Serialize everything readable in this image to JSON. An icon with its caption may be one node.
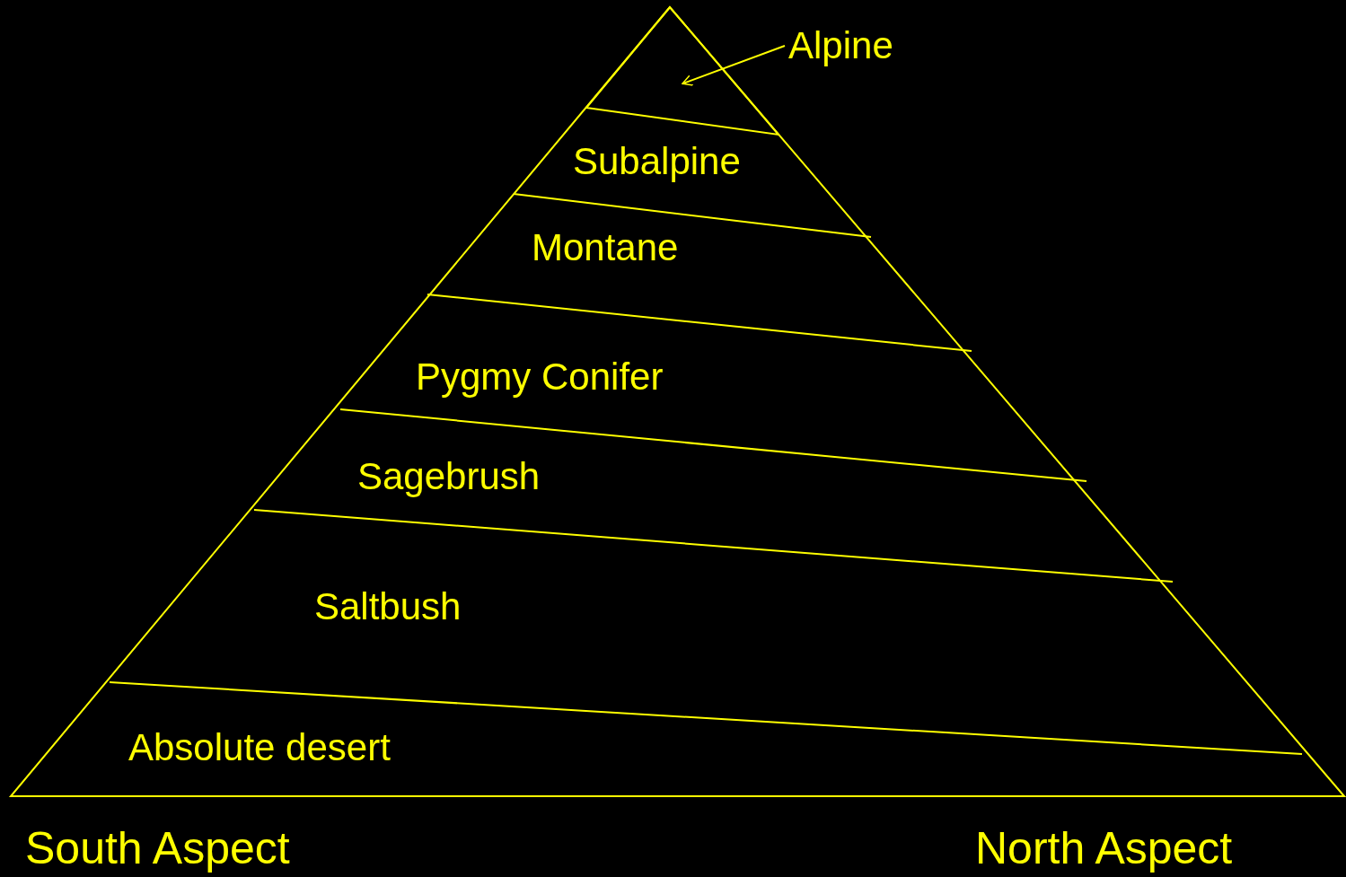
{
  "diagram": {
    "nodes": [
      {
        "text": [],
        "shape": "triangle"
      },
      {
        "text": [
          "Alpine"
        ]
      },
      {
        "text": [
          "Subalpine"
        ]
      },
      {
        "text": [
          "Montane"
        ]
      },
      {
        "text": [
          "Pygmy Conifer"
        ]
      },
      {
        "text": [
          "Sagebrush"
        ]
      },
      {
        "text": [
          "Saltbush"
        ]
      },
      {
        "text": [
          "Absolute desert"
        ]
      }
    ],
    "edges": [
      {
        "from": 1,
        "to": 0,
        "arrow": "to"
      }
    ],
    "labels": [
      "South Aspect",
      "North Aspect"
    ]
  }
}
